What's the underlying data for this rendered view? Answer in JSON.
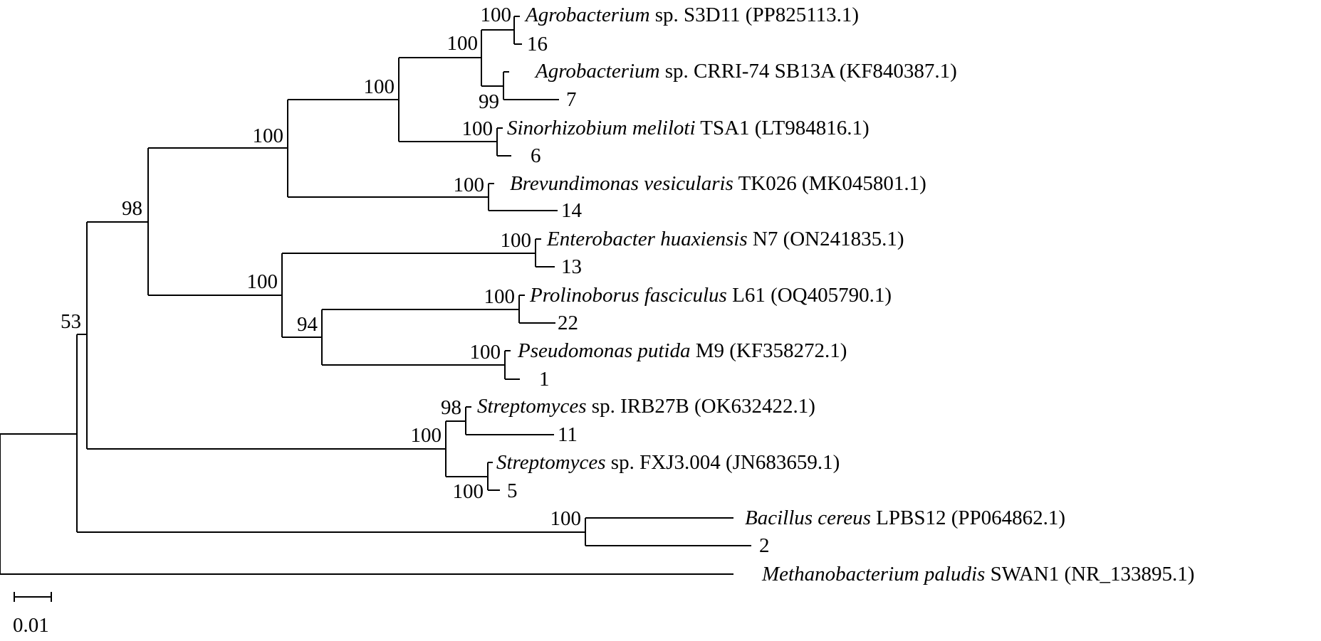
{
  "scale_bar": {
    "label": "0.01"
  },
  "taxa": {
    "t_agro_s3d11": {
      "genus": "Agrobacterium",
      "rest": " sp. S3D11 (PP825113.1)"
    },
    "t16": {
      "label": "16"
    },
    "t_agro_crri": {
      "genus": "Agrobacterium",
      "rest": " sp. CRRI-74 SB13A (KF840387.1)"
    },
    "t7": {
      "label": "7"
    },
    "t_sino": {
      "genus": "Sinorhizobium meliloti",
      "rest": " TSA1 (LT984816.1)"
    },
    "t6": {
      "label": "6"
    },
    "t_brev": {
      "genus": "Brevundimonas vesicularis",
      "rest": " TK026 (MK045801.1)"
    },
    "t14": {
      "label": "14"
    },
    "t_entero": {
      "genus": "Enterobacter huaxiensis",
      "rest": " N7 (ON241835.1)"
    },
    "t13": {
      "label": "13"
    },
    "t_prolino": {
      "genus": "Prolinoborus fasciculus",
      "rest": " L61 (OQ405790.1)"
    },
    "t22": {
      "label": "22"
    },
    "t_pseudo": {
      "genus": "Pseudomonas putida",
      "rest": " M9 (KF358272.1)"
    },
    "t1": {
      "label": "1"
    },
    "t_strep_irb": {
      "genus": "Streptomyces",
      "rest": " sp. IRB27B (OK632422.1)"
    },
    "t11": {
      "label": "11"
    },
    "t_strep_fxj": {
      "genus": "Streptomyces",
      "rest": " sp. FXJ3.004 (JN683659.1)"
    },
    "t5": {
      "label": "5"
    },
    "t_bacillus": {
      "genus": "Bacillus cereus",
      "rest": " LPBS12 (PP064862.1)"
    },
    "t2": {
      "label": "2"
    },
    "t_methano": {
      "genus": "Methanobacterium paludis",
      "rest": " SWAN1 (NR_133895.1)"
    }
  },
  "bootstrap": {
    "agro_s3d11_16": "100",
    "agro_all": "100",
    "agro_crri_7": "99",
    "rhizobiales": "100",
    "sino_6": "100",
    "alpha": "100",
    "brev_14": "100",
    "proteo": "98",
    "entero_13": "100",
    "gamma": "100",
    "prolino_pseudo": "94",
    "prolino_22": "100",
    "pseudo_1": "100",
    "strep_irb_11": "98",
    "strep_all": "100",
    "strep_fxj_5": "100",
    "bacteria_root": "53",
    "bacillus_2": "100"
  }
}
